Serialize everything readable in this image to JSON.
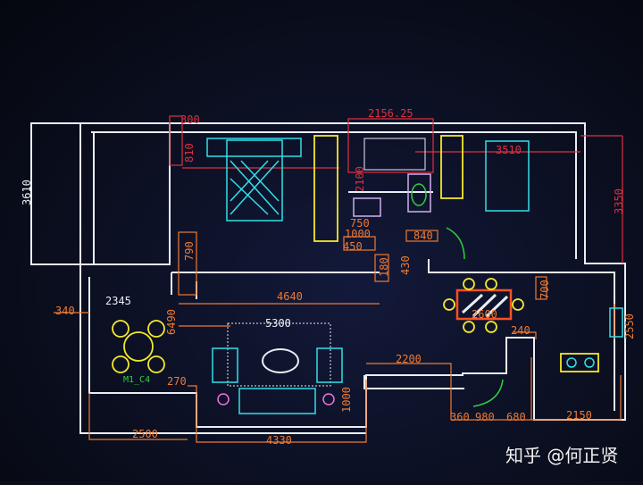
{
  "dimensions": {
    "d3610": "3610",
    "d300": "300",
    "d810": "810",
    "d790": "790",
    "d2345": "2345",
    "d340": "340",
    "d4640": "4640",
    "d6490": "6490",
    "d5300": "5300",
    "d215625": "2156.25",
    "d2100": "2100",
    "d1000a": "1000",
    "d750": "750",
    "d450": "450",
    "d180": "180",
    "d430": "430",
    "d840": "840",
    "d3510": "3510",
    "d3350": "3350",
    "d2600": "2600",
    "d700": "700",
    "d2550": "2550",
    "d240": "240",
    "d2200": "2200",
    "d270": "270",
    "d2500": "2500",
    "d4330": "4330",
    "d1000b": "1000",
    "d360": "360",
    "d980": "980",
    "d680": "680",
    "d2150": "2150"
  },
  "labels": {
    "table_tag": "M1_C4"
  },
  "watermark": "知乎 @何正贤",
  "colors": {
    "wall": "#e8eef4",
    "dimension": "#f07a30",
    "furniture": "#30e0e8",
    "cabinet": "#f5e82a"
  }
}
